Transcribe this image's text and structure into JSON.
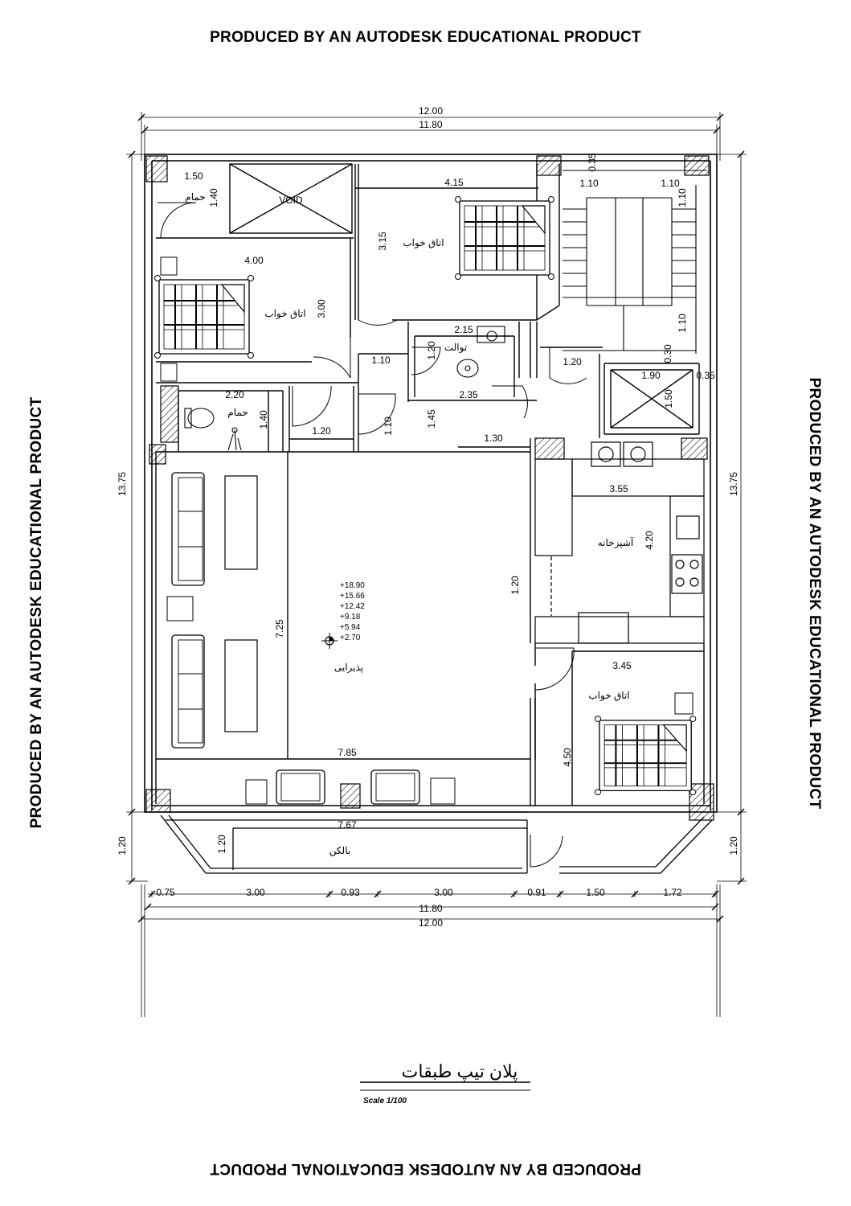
{
  "watermark": {
    "top": "PRODUCED BY AN AUTODESK EDUCATIONAL PRODUCT",
    "bottom": "PRODUCED BY AN AUTODESK EDUCATIONAL PRODUCT",
    "left": "PRODUCED BY AN AUTODESK EDUCATIONAL PRODUCT",
    "right": "PRODUCED BY AN AUTODESK EDUCATIONAL PRODUCT"
  },
  "plan": {
    "title": "پلان تیپ طبقات",
    "scale": "Scale 1/100",
    "rooms": {
      "bath_top": "حمام",
      "void": "VOID",
      "bedroom_top_mid": "اتاق خواب",
      "bedroom_left": "اتاق خواب",
      "toilet": "توالت",
      "bath_mid": "حمام",
      "kitchen": "آشپزخانه",
      "reception": "پذیرایی",
      "bedroom_right": "اتاق خواب",
      "balcony": "بالکن"
    },
    "levels": [
      "+18.90",
      "+15.66",
      "+12.42",
      "+9.18",
      "+5.94",
      "+2.70"
    ],
    "dims": {
      "top_outer": "12.00",
      "top_inner": "11.80",
      "bottom_inner": "11.80",
      "bottom_outer": "12.00",
      "left_total": "13.75",
      "right_total": "13.75",
      "left_balcony": "1.20",
      "right_balcony": "1.20",
      "bottom_segments": [
        "0.75",
        "3.00",
        "0.93",
        "3.00",
        "0.91",
        "1.50",
        "1.72"
      ],
      "d_150": "1.50",
      "d_140a": "1.40",
      "d_415": "4.15",
      "d_315": "3.15",
      "d_035a": "0.35",
      "d_110a": "1.10",
      "d_110b": "1.10",
      "d_110c": "1.10",
      "d_110d": "1.10",
      "d_400": "4.00",
      "d_300": "3.00",
      "d_215": "2.15",
      "d_120a": "1.20",
      "d_110e": "1.10",
      "d_120b": "1.20",
      "d_030": "0.30",
      "d_190": "1.90",
      "d_035b": "0.35",
      "d_150b": "1.50",
      "d_220": "2.20",
      "d_140b": "1.40",
      "d_235": "2.35",
      "d_145": "1.45",
      "d_110f": "1.10",
      "d_120c": "1.20",
      "d_130": "1.30",
      "d_355": "3.55",
      "d_420": "4.20",
      "d_120d": "1.20",
      "d_725": "7.25",
      "d_345": "3.45",
      "d_450": "4.50",
      "d_785": "7.85",
      "d_767": "7.67",
      "d_120e": "1.20"
    }
  }
}
